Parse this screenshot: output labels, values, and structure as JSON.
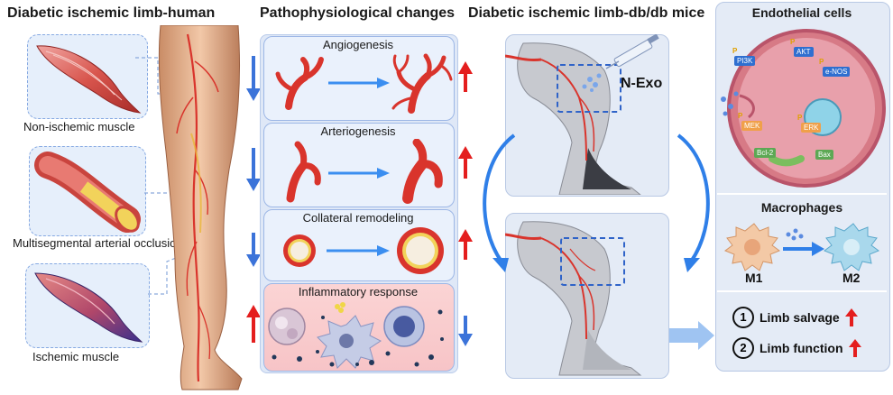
{
  "headers": {
    "human": "Diabetic ischemic limb-human",
    "patho": "Pathophysiological changes",
    "mice": "Diabetic ischemic limb-db/db mice"
  },
  "human_labels": {
    "non_ischemic": "Non-ischemic muscle",
    "occlusion": "Multisegmental arterial occlusion",
    "ischemic": "Ischemic muscle"
  },
  "patho_panels": [
    {
      "title": "Angiogenesis",
      "human_trend": "down",
      "mice_trend": "up"
    },
    {
      "title": "Arteriogenesis",
      "human_trend": "down",
      "mice_trend": "up"
    },
    {
      "title": "Collateral remodeling",
      "human_trend": "down",
      "mice_trend": "up"
    },
    {
      "title": "Inflammatory response",
      "human_trend": "up",
      "mice_trend": "down"
    }
  ],
  "mice": {
    "treatment": "N-Exo"
  },
  "endothelial": {
    "title": "Endothelial cells",
    "proteins": [
      "PI3K",
      "AKT",
      "e-NOS",
      "MEK",
      "ERK",
      "Bcl-2",
      "Bax"
    ],
    "p_label": "P"
  },
  "macrophages": {
    "title": "Macrophages",
    "m1": "M1",
    "m2": "M2"
  },
  "outcomes": [
    {
      "num": "1",
      "label": "Limb salvage",
      "trend": "up"
    },
    {
      "num": "2",
      "label": "Limb function",
      "trend": "up"
    }
  ],
  "colors": {
    "up_arrow": "#e41e1e",
    "down_arrow": "#3b73d9",
    "vessel": "#e0413a",
    "panel_bg": "#eaf1fc",
    "panel_border": "#9db7e6"
  }
}
